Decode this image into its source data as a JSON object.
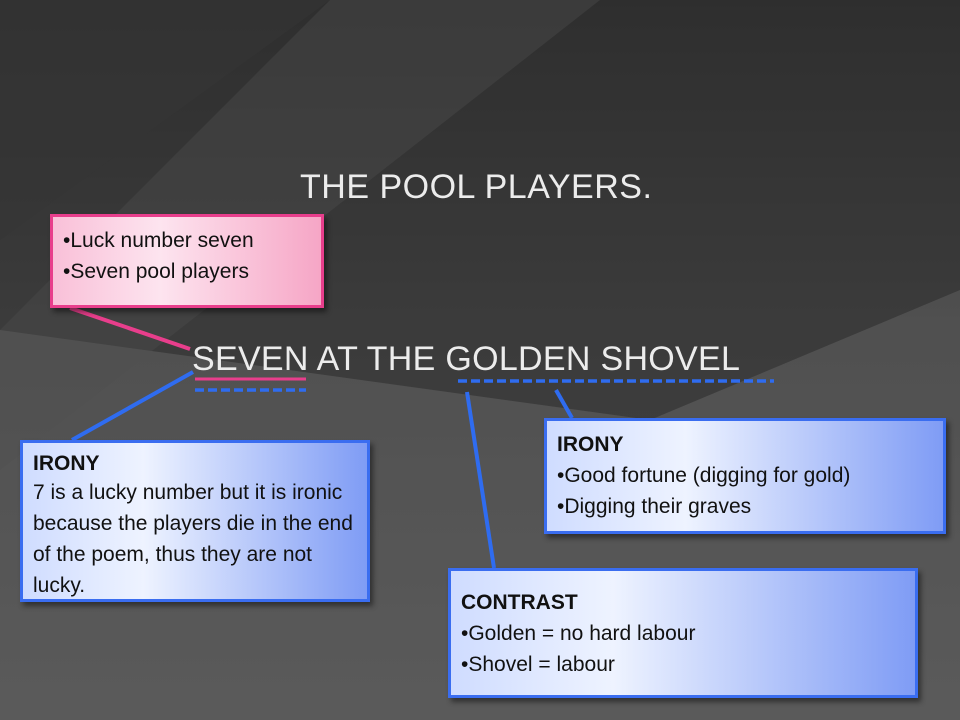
{
  "title": "THE POOL PLAYERS.",
  "subtitle": {
    "seven": "SEVEN",
    "middle": " AT THE ",
    "golden_shovel": "GOLDEN SHOVEL"
  },
  "callout_pink": {
    "items": [
      "•Luck number seven",
      "•Seven pool players"
    ]
  },
  "callout_irony_left": {
    "heading": "IRONY",
    "text": "7 is a lucky number but it is ironic because the players die in the end of the poem, thus they are not lucky."
  },
  "callout_irony_right": {
    "heading": "IRONY",
    "items": [
      "•Good fortune (digging for gold)",
      "•Digging their graves"
    ]
  },
  "callout_contrast": {
    "heading": "CONTRAST",
    "items": [
      "•Golden = no hard labour",
      "•Shovel = labour"
    ]
  },
  "colors": {
    "pink_accent": "#e83e8c",
    "blue_accent": "#3a6df0",
    "underline_blue": "#2f6cf0",
    "underline_pink": "#e83e8c"
  }
}
